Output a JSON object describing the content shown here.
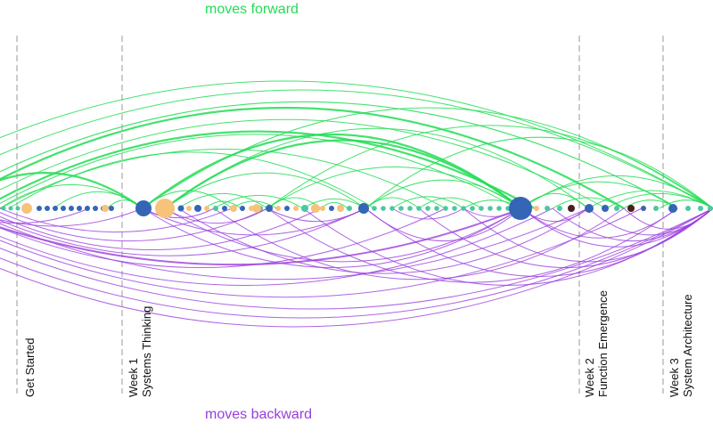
{
  "labels": {
    "forward": "moves forward",
    "backward": "moves backward"
  },
  "colors": {
    "forward": "#22dd55",
    "backward": "#9a3ddd",
    "node_blue": "#3565b5",
    "node_peach": "#f7c27a",
    "node_teal": "#4dc7a0",
    "node_dark": "#4a1f1f",
    "divider": "#999999"
  },
  "sections": [
    {
      "line1": "",
      "line2": "Get Started"
    },
    {
      "line1": "Week 1",
      "line2": "Systems Thinking"
    },
    {
      "line1": "Week 2",
      "line2": "Function Emergence"
    },
    {
      "line1": "Week 3",
      "line2": "System Architecture"
    }
  ]
}
